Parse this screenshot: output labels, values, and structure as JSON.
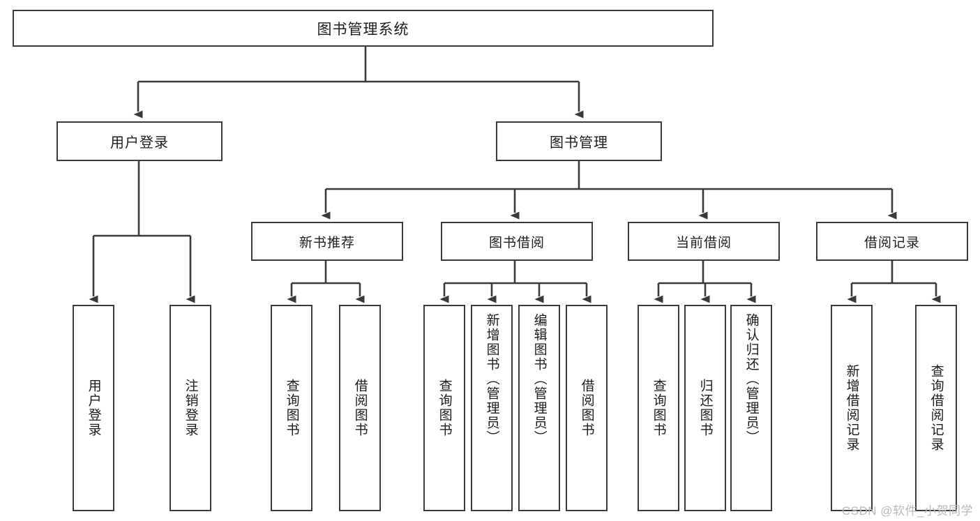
{
  "diagram": {
    "type": "tree-functional-decomposition",
    "title": "图书管理系统",
    "watermark": "CSDN @软件_小贺同学",
    "colors": {
      "box_border": "#3a3a3a",
      "box_fill": "#ffffff",
      "connector": "#3a3a3a",
      "text": "#1c1c1c",
      "watermark": "#b9b9b9"
    },
    "nodes": {
      "root": {
        "label": "图书管理系统"
      },
      "level2": [
        {
          "id": "user-login",
          "label": "用户登录"
        },
        {
          "id": "book-management",
          "label": "图书管理"
        }
      ],
      "level3": [
        {
          "id": "new-book-recommend",
          "label": "新书推荐"
        },
        {
          "id": "book-borrow",
          "label": "图书借阅"
        },
        {
          "id": "current-borrow",
          "label": "当前借阅"
        },
        {
          "id": "borrow-record",
          "label": "借阅记录"
        }
      ],
      "leaves": {
        "user_login": [
          {
            "id": "leaf-user-login",
            "label": "用户登录"
          },
          {
            "id": "leaf-logout",
            "label": "注销登录"
          }
        ],
        "new_book_recommend": [
          {
            "id": "leaf-query-book-1",
            "label": "查询图书"
          },
          {
            "id": "leaf-borrow-book-1",
            "label": "借阅图书"
          }
        ],
        "book_borrow": [
          {
            "id": "leaf-query-book-2",
            "label": "查询图书"
          },
          {
            "id": "leaf-add-book",
            "label": "新增图书（管理员）"
          },
          {
            "id": "leaf-edit-book",
            "label": "编辑图书（管理员）"
          },
          {
            "id": "leaf-borrow-book-2",
            "label": "借阅图书"
          }
        ],
        "current_borrow": [
          {
            "id": "leaf-query-book-3",
            "label": "查询图书"
          },
          {
            "id": "leaf-return-book",
            "label": "归还图书"
          },
          {
            "id": "leaf-confirm-return",
            "label": "确认归还（管理员）"
          }
        ],
        "borrow_record": [
          {
            "id": "leaf-add-record",
            "label": "新增借阅记录"
          },
          {
            "id": "leaf-query-record",
            "label": "查询借阅记录"
          }
        ]
      }
    }
  }
}
